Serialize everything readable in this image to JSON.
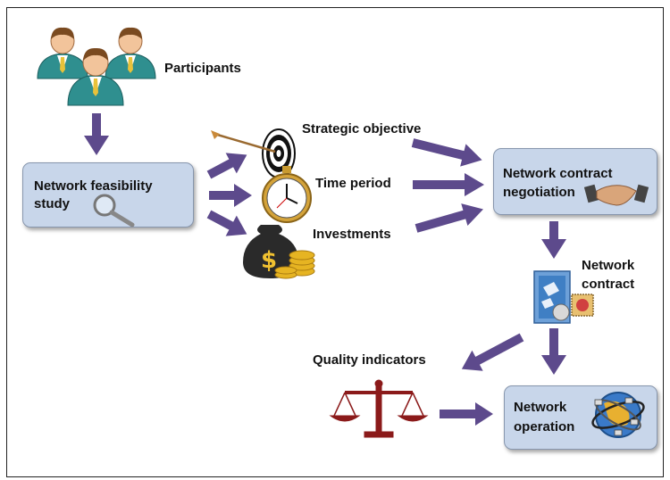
{
  "labels": {
    "participants": "Participants",
    "feasibility_line1": "Network feasibility",
    "feasibility_line2": "study",
    "strategic_objective": "Strategic objective",
    "time_period": "Time period",
    "investments": "Investments",
    "negotiation_line1": "Network contract",
    "negotiation_line2": "negotiation",
    "contract_line1": "Network",
    "contract_line2": "contract",
    "quality_indicators": "Quality indicators",
    "operation_line1": "Network",
    "operation_line2": "operation",
    "dollar_sign": "$"
  },
  "colors": {
    "arrow": "#5d4a8c",
    "box_fill": "#c8d6ea",
    "box_border": "#8796ad",
    "scale": "#8b1a1a",
    "gold": "#e0b020"
  },
  "icons": [
    "participants-icon",
    "magnifier-icon",
    "target-icon",
    "clock-icon",
    "money-bag-icon",
    "handshake-icon",
    "contract-icon",
    "scale-icon",
    "globe-network-icon"
  ]
}
